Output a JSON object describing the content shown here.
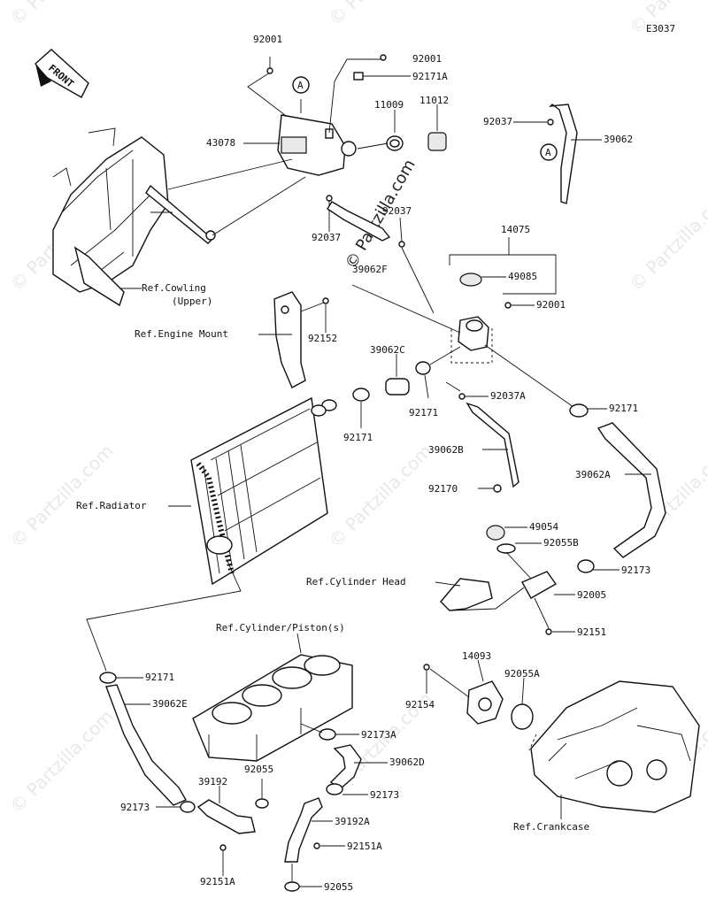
{
  "diagram_code": "E3037",
  "front_label": "FRONT",
  "watermark": "© Partzilla.com",
  "center_watermark": "© Partzilla.com",
  "callouts": {
    "a_top": "A",
    "a_right": "A"
  },
  "parts": {
    "p92001_top": "92001",
    "p92001_right": "92001",
    "p92171A": "92171A",
    "p43078": "43078",
    "p11009": "11009",
    "p11012": "11012",
    "p92037_r": "92037",
    "p39062": "39062",
    "p92037_m": "92037",
    "p92037_mid": "92037",
    "p39062F": "39062F",
    "p14075": "14075",
    "p49085": "49085",
    "p92001_mid": "92001",
    "p92152": "92152",
    "p39062C": "39062C",
    "p92171_a": "92171",
    "p92171_b": "92171",
    "p92171_c": "92171",
    "p92037A": "92037A",
    "p39062B": "39062B",
    "p39062A": "39062A",
    "p92170": "92170",
    "p49054": "49054",
    "p92055B": "92055B",
    "p92173_r": "92173",
    "p92005": "92005",
    "p92151": "92151",
    "p14093": "14093",
    "p92055A": "92055A",
    "p92154": "92154",
    "p92171_low": "92171",
    "p39062E": "39062E",
    "p92173A": "92173A",
    "p39062D": "39062D",
    "p92055_mid": "92055",
    "p39192": "39192",
    "p92173_low": "92173",
    "p92173_mid": "92173",
    "p39192A": "39192A",
    "p92151A_r": "92151A",
    "p92151A_b": "92151A",
    "p92055_b": "92055"
  },
  "references": {
    "cowling": "Ref.Cowling",
    "cowling_sub": "(Upper)",
    "engine_mount": "Ref.Engine Mount",
    "radiator": "Ref.Radiator",
    "cylinder_head": "Ref.Cylinder Head",
    "cylinder_piston": "Ref.Cylinder/Piston(s)",
    "crankcase": "Ref.Crankcase"
  }
}
